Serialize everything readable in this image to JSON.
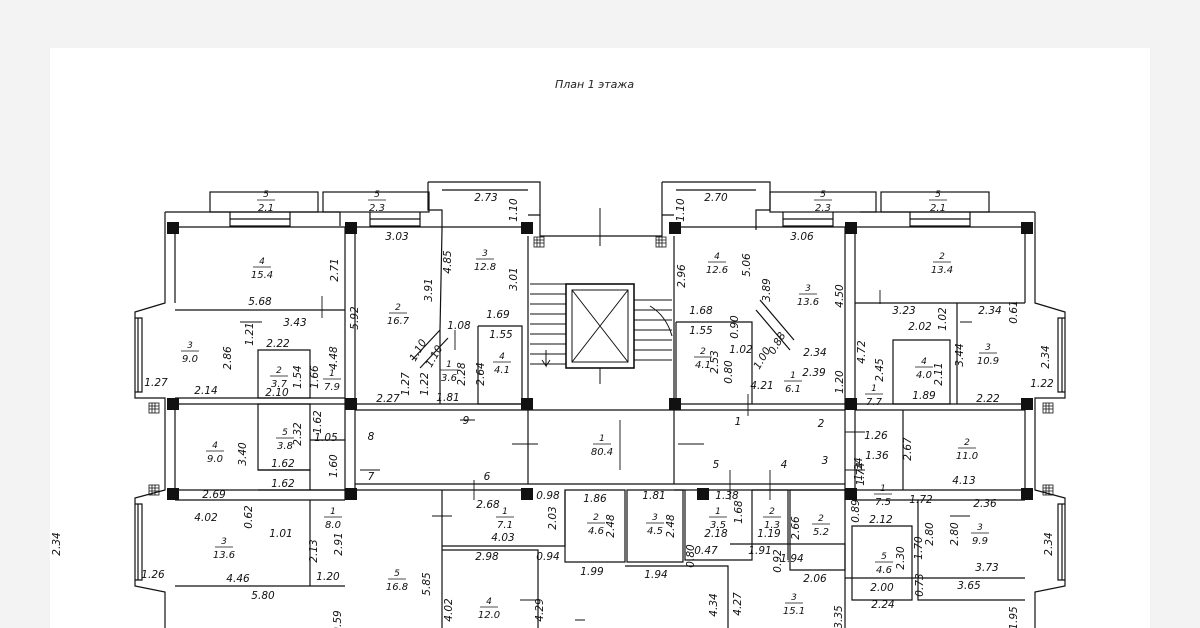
{
  "title": "План 1 этажа",
  "rooms": [
    {
      "id": "r1",
      "num": "5",
      "area": "2.1"
    },
    {
      "id": "r2",
      "num": "5",
      "area": "2.3"
    },
    {
      "id": "r3",
      "num": "4",
      "area": "15.4"
    },
    {
      "id": "r4",
      "num": "2",
      "area": "16.7"
    },
    {
      "id": "r5",
      "num": "3",
      "area": "12.8"
    },
    {
      "id": "r6",
      "num": "3",
      "area": "9.0"
    },
    {
      "id": "r7",
      "num": "2",
      "area": "3.7"
    },
    {
      "id": "r8",
      "num": "1",
      "area": "7.9"
    },
    {
      "id": "r9",
      "num": "1",
      "area": "3.6"
    },
    {
      "id": "r10",
      "num": "4",
      "area": "4.1"
    },
    {
      "id": "r11",
      "num": "4",
      "area": "9.0"
    },
    {
      "id": "r12",
      "num": "5",
      "area": "3.8"
    },
    {
      "id": "r13",
      "num": "1",
      "area": "80.4"
    },
    {
      "id": "r14",
      "num": "3",
      "area": "13.6"
    },
    {
      "id": "r15",
      "num": "1",
      "area": "8.0"
    },
    {
      "id": "r16",
      "num": "5",
      "area": "16.8"
    },
    {
      "id": "r17",
      "num": "1",
      "area": "7.1"
    },
    {
      "id": "r18",
      "num": "2",
      "area": "4.6"
    },
    {
      "id": "r19",
      "num": "3",
      "area": "4.5"
    },
    {
      "id": "r20",
      "num": "4",
      "area": "12.0"
    },
    {
      "id": "r21",
      "num": "1",
      "area": "3.5"
    },
    {
      "id": "r22",
      "num": "2",
      "area": "1.3"
    },
    {
      "id": "r23",
      "num": "2",
      "area": "5.2"
    },
    {
      "id": "r24",
      "num": "3",
      "area": "15.1"
    },
    {
      "id": "r25",
      "num": "5",
      "area": "2.3"
    },
    {
      "id": "r26",
      "num": "5",
      "area": "2.1"
    },
    {
      "id": "r27",
      "num": "4",
      "area": "12.6"
    },
    {
      "id": "r28",
      "num": "3",
      "area": "13.6"
    },
    {
      "id": "r29",
      "num": "2",
      "area": "13.4"
    },
    {
      "id": "r30",
      "num": "2",
      "area": "4.1"
    },
    {
      "id": "r31",
      "num": "1",
      "area": "6.1"
    },
    {
      "id": "r32",
      "num": "4",
      "area": "4.0"
    },
    {
      "id": "r33",
      "num": "3",
      "area": "10.9"
    },
    {
      "id": "r34",
      "num": "1",
      "area": "7.7"
    },
    {
      "id": "r35",
      "num": "2",
      "area": "11.0"
    },
    {
      "id": "r36",
      "num": "1",
      "area": "7.5"
    },
    {
      "id": "r37",
      "num": "3",
      "area": "9.9"
    },
    {
      "id": "r38",
      "num": "5",
      "area": "4.6"
    }
  ],
  "dimensions": [
    "2.73",
    "1.10",
    "1.10",
    "2.70",
    "3.03",
    "3.06",
    "4.85",
    "3.01",
    "3.91",
    "2.71",
    "2.96",
    "5.06",
    "3.89",
    "4.50",
    "5.68",
    "5.92",
    "3.43",
    "1.21",
    "2.22",
    "1.08",
    "1.69",
    "1.55",
    "1.68",
    "1.55",
    "1.02",
    "2.34",
    "2.02",
    "2.34",
    "3.23",
    "0.90",
    "0.61",
    "1.02",
    "2.86",
    "1.54",
    "1.66",
    "4.48",
    "1.10",
    "1.10",
    "1.22",
    "2.28",
    "2.64",
    "2.53",
    "0.80",
    "0.88",
    "1.00",
    "4.72",
    "2.45",
    "2.11",
    "3.44",
    "2.34",
    "1.27",
    "2.14",
    "2.10",
    "1.27",
    "2.27",
    "1.81",
    "4.21",
    "2.39",
    "1.20",
    "1.89",
    "2.22",
    "1.22",
    "1.62",
    "2.32",
    "1.05",
    "3.40",
    "1.62",
    "1.26",
    "2.67",
    "1.36",
    "1.34",
    "1.60",
    "1.62",
    "1.74",
    "1.72",
    "4.13",
    "2.69",
    "0.98",
    "1.86",
    "1.81",
    "1.38",
    "2.68",
    "2.03",
    "2.48",
    "2.48",
    "1.68",
    "2.66",
    "0.89",
    "2.12",
    "2.36",
    "4.02",
    "0.62",
    "1.01",
    "2.91",
    "4.03",
    "2.18",
    "1.19",
    "1.70",
    "2.80",
    "2.80",
    "2.34",
    "2.34",
    "2.98",
    "0.94",
    "0.80",
    "0.47",
    "1.91",
    "0.92",
    "1.94",
    "2.30",
    "3.73",
    "2.13",
    "1.26",
    "4.46",
    "1.20",
    "1.99",
    "1.94",
    "2.06",
    "2.00",
    "0.73",
    "3.65",
    "5.80",
    "5.85",
    "4.02",
    "4.29",
    "4.34",
    "4.27",
    "3.35",
    "2.24",
    "1.95",
    "0.59"
  ],
  "labels": [
    "8",
    "9",
    "7",
    "6",
    "1",
    "2",
    "3",
    "4",
    "5"
  ]
}
